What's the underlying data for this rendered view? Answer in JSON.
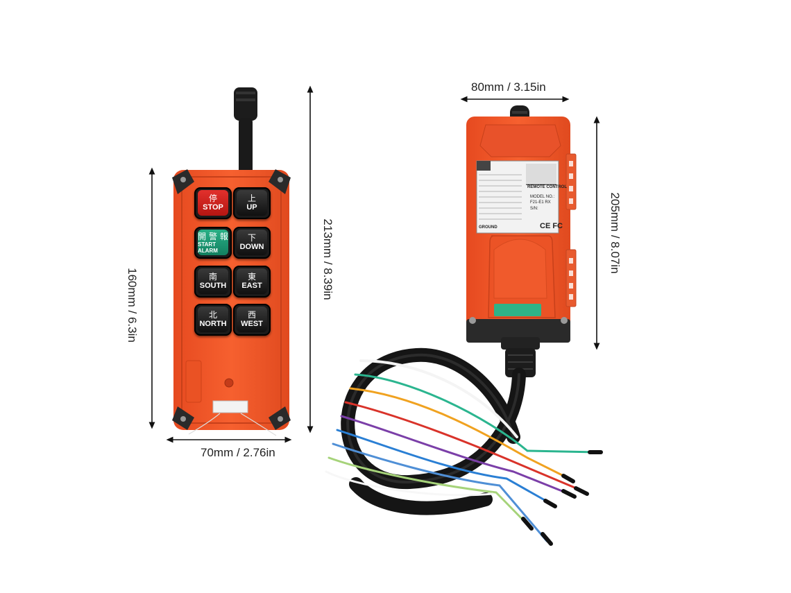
{
  "dimensions": {
    "left_height": "160mm / 6.3in",
    "left_total_height": "213mm / 8.39in",
    "left_width": "70mm / 2.76in",
    "right_width": "80mm / 3.15in",
    "right_height": "205mm / 8.07in"
  },
  "transmitter": {
    "buttons": [
      {
        "cjk": "停",
        "en": "STOP",
        "color": "#d42420"
      },
      {
        "cjk": "上",
        "en": "UP",
        "color": "#1b1b1b"
      },
      {
        "cjk": "開 警 報",
        "en": "START ALARM",
        "color": "#1f9a73"
      },
      {
        "cjk": "下",
        "en": "DOWN",
        "color": "#1b1b1b"
      },
      {
        "cjk": "南",
        "en": "SOUTH",
        "color": "#1b1b1b"
      },
      {
        "cjk": "東",
        "en": "EAST",
        "color": "#1b1b1b"
      },
      {
        "cjk": "北",
        "en": "NORTH",
        "color": "#1b1b1b"
      },
      {
        "cjk": "西",
        "en": "WEST",
        "color": "#1b1b1b"
      }
    ]
  },
  "receiver": {
    "label_header": "REMOTE CONTROL",
    "model_label": "MODEL NO.:",
    "model_value": "F21-E1 RX",
    "sn_label": "S/N:",
    "ground_label": "GROUND",
    "cert_marks": "CE FC"
  },
  "colors": {
    "housing_orange": "#f2552a",
    "housing_dark": "#c73c18",
    "cable": "#1a1a1a"
  }
}
